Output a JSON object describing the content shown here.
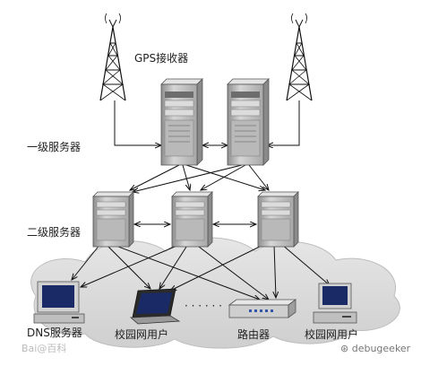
{
  "labels": {
    "gps_receiver": "GPS接收器",
    "tier1": "一级服务器",
    "tier2": "二级服务器",
    "dns_server": "DNS服务器",
    "campus_user_left": "校园网用户",
    "dots": "· · · · · ·",
    "router": "路由器",
    "campus_user_right": "校园网用户"
  },
  "watermarks": {
    "left": "Bai@百科",
    "right": "debugeeker"
  },
  "colors": {
    "cloud": "#d9d9d9",
    "server_body": "#c8c8c8",
    "server_shade": "#9a9a9a",
    "line": "#111111",
    "monitor_screen": "#1a2a66"
  },
  "icons": [
    "antenna-tower-icon",
    "tower-server-icon",
    "workstation-icon",
    "laptop-icon",
    "router-icon"
  ]
}
